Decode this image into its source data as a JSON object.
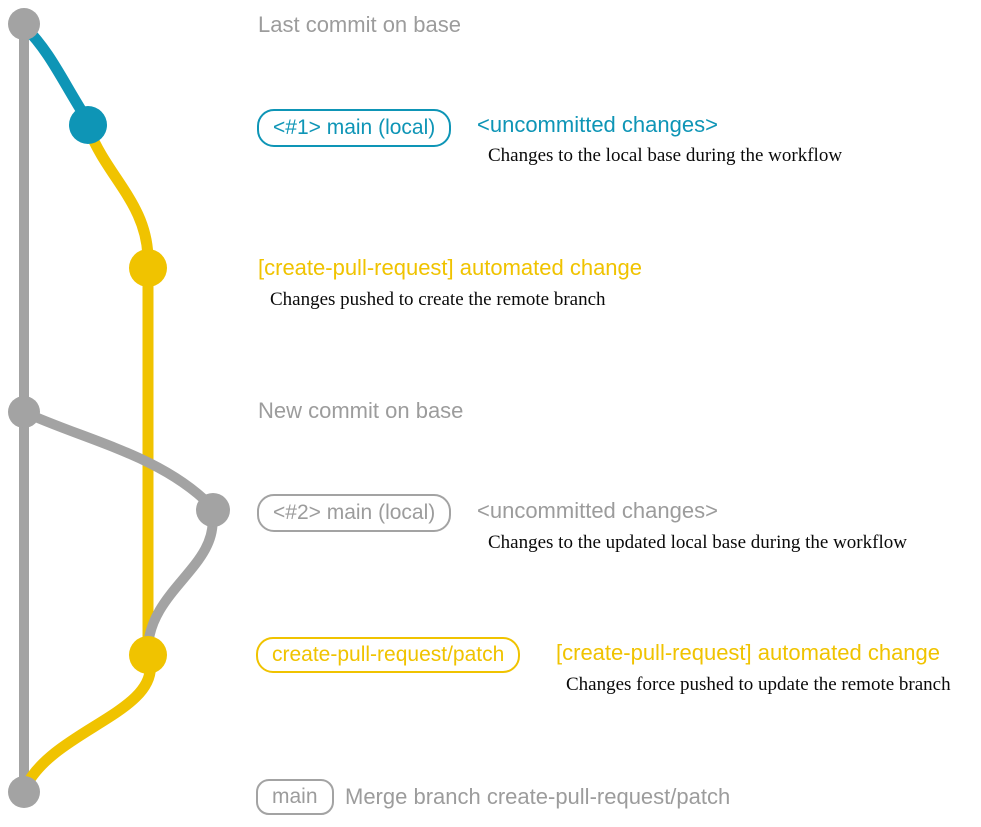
{
  "colors": {
    "gray": "#a3a3a3",
    "gray_text": "#9c9c9c",
    "blue": "#0e95b6",
    "yellow": "#f0c300",
    "black": "#0a0a0a",
    "background": "#ffffff"
  },
  "rows": {
    "last_commit": {
      "title": "Last commit on base"
    },
    "branch1": {
      "badge": "<#1> main (local)",
      "status": "<uncommitted changes>",
      "description": "Changes to the local base during the workflow"
    },
    "automated_commit_1": {
      "message": "[create-pull-request] automated change",
      "description": "Changes pushed to create the remote branch"
    },
    "new_commit": {
      "title": "New commit on base"
    },
    "branch2": {
      "badge": "<#2> main (local)",
      "status": "<uncommitted changes>",
      "description": "Changes to the updated local base during the workflow"
    },
    "automated_commit_2": {
      "badge": "create-pull-request/patch",
      "message": "[create-pull-request] automated change",
      "description": "Changes force pushed to update the remote branch"
    },
    "merge_commit": {
      "badge": "main",
      "message": "Merge branch create-pull-request/patch"
    }
  }
}
